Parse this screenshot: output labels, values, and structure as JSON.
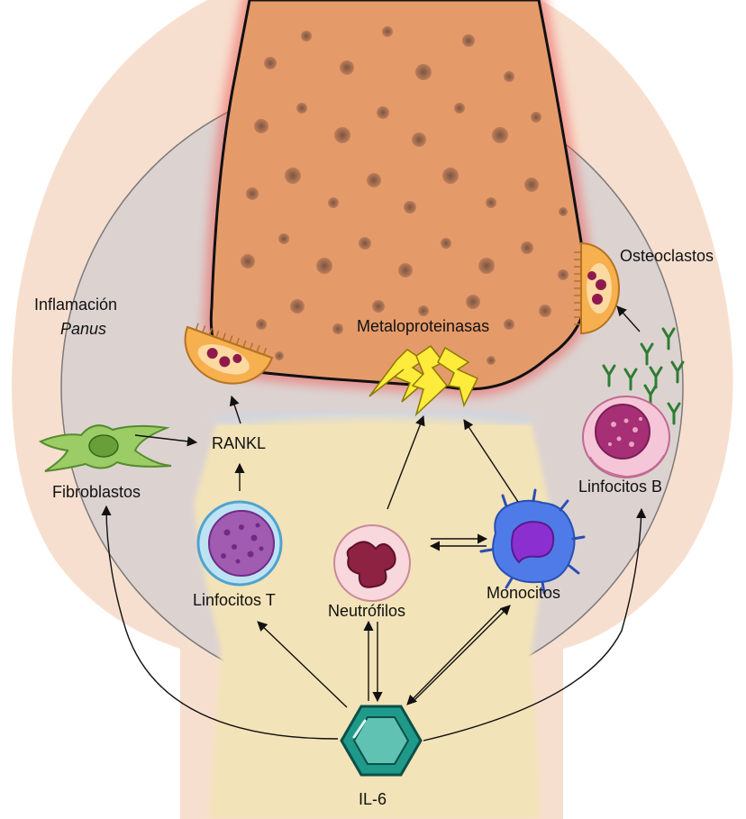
{
  "labels": {
    "inflamacion": "Inflamación",
    "panus": "Panus",
    "metaloproteinasas": "Metaloproteinasas",
    "osteoclastos": "Osteoclastos",
    "rankl": "RANKL",
    "fibroblastos": "Fibroblastos",
    "linfocitos_t": "Linfocitos T",
    "neutrofilos": "Neutrófilos",
    "monocitos": "Monocitos",
    "linfocitos_b": "Linfocitos B",
    "il6": "IL-6"
  },
  "colors": {
    "background_skin": "#f7dfcf",
    "joint_capsule": "#dcd3d1",
    "bone_upper": "#e59a6a",
    "bone_lower": "#f3e3b8",
    "inflamed_edge": "#ef5350",
    "il6": "#1f9a8a",
    "osteoclast": "#f6b04f",
    "lightning": "#ffeb3b"
  }
}
